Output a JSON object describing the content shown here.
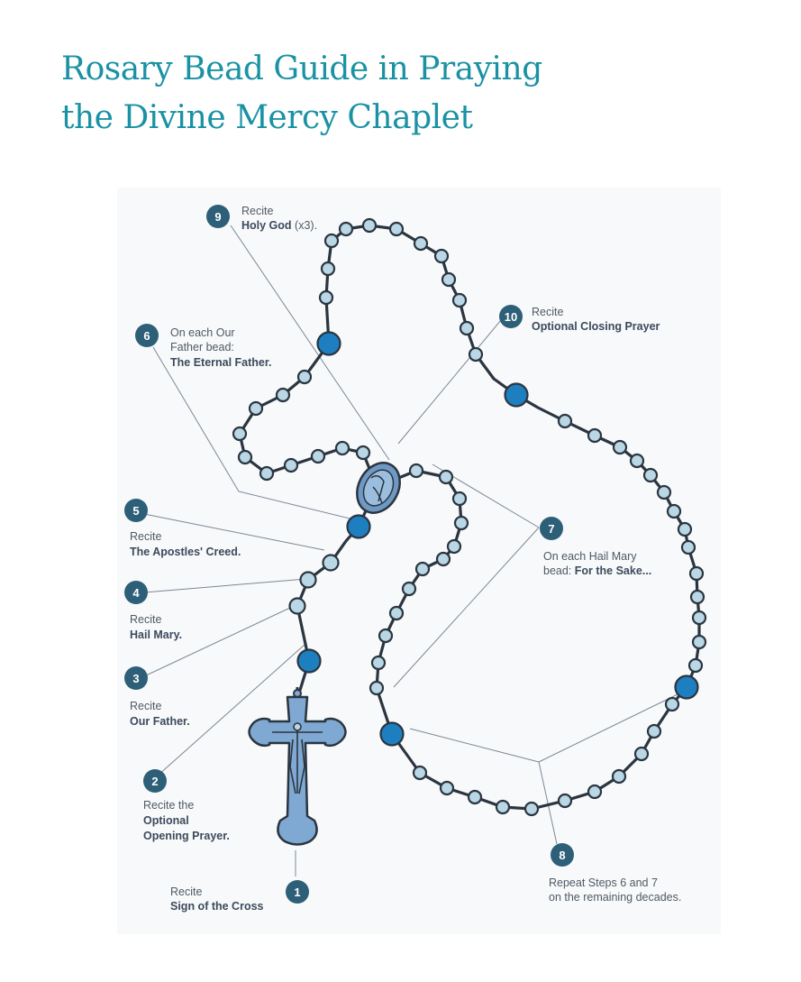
{
  "title": {
    "line1": "Rosary Bead Guide in Praying",
    "line2": "the Divine Mercy Chaplet"
  },
  "colors": {
    "title": "#1a92a4",
    "badge": "#2e5f78",
    "hail_mary_bead": "#b9d7e5",
    "our_father_bead": "#1d7fc0",
    "cord": "#2b3540",
    "leader_line": "#7b8896",
    "crucifix": "#7fa8d2",
    "medal": "#6f99c4"
  },
  "steps": [
    {
      "number": "1",
      "line1": "Recite",
      "line2": "Sign of the Cross"
    },
    {
      "number": "2",
      "line1": "Recite the",
      "line2": "Optional",
      "line3": "Opening Prayer."
    },
    {
      "number": "3",
      "line1": "Recite",
      "line2": "Our Father."
    },
    {
      "number": "4",
      "line1": "Recite",
      "line2": "Hail Mary."
    },
    {
      "number": "5",
      "line1": "Recite",
      "line2": "The Apostles' Creed."
    },
    {
      "number": "6",
      "line1": "On each Our",
      "line2": "Father bead:",
      "line3": "The Eternal Father."
    },
    {
      "number": "7",
      "line1": "On each Hail Mary",
      "line2": "bead: ",
      "line2_bold": "For the Sake..."
    },
    {
      "number": "8",
      "line1": "Repeat Steps 6 and 7",
      "line2": "on the remaining decades."
    },
    {
      "number": "9",
      "line1": "Recite",
      "line2_bold": "Holy God",
      "line2_rest": " (x3)."
    },
    {
      "number": "10",
      "line1": "Recite",
      "line2": "Optional Closing Prayer"
    }
  ]
}
